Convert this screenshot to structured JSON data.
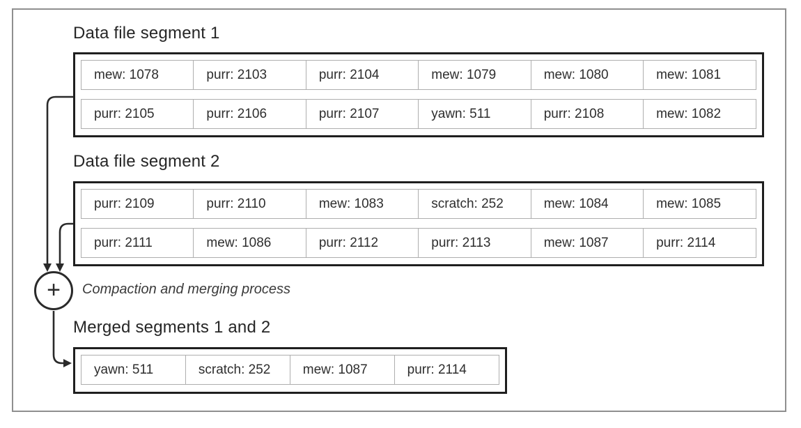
{
  "colors": {
    "frame_border": "#8f8f8f",
    "segment_box_border": "#1f1f1f",
    "cell_border": "#aeaeae",
    "text": "#2e2e2e",
    "arrow": "#2a2a2a"
  },
  "segment1": {
    "title": "Data file segment 1",
    "rows": [
      [
        "mew: 1078",
        "purr: 2103",
        "purr: 2104",
        "mew: 1079",
        "mew: 1080",
        "mew: 1081"
      ],
      [
        "purr: 2105",
        "purr: 2106",
        "purr: 2107",
        "yawn: 511",
        "purr: 2108",
        "mew: 1082"
      ]
    ]
  },
  "segment2": {
    "title": "Data file segment 2",
    "rows": [
      [
        "purr: 2109",
        "purr: 2110",
        "mew: 1083",
        "scratch: 252",
        "mew: 1084",
        "mew: 1085"
      ],
      [
        "purr: 2111",
        "mew: 1086",
        "purr: 2112",
        "purr: 2113",
        "mew: 1087",
        "purr: 2114"
      ]
    ]
  },
  "operator": {
    "symbol": "+",
    "label": "Compaction and merging process"
  },
  "merged": {
    "title": "Merged segments 1 and 2",
    "cells": [
      "yawn: 511",
      "scratch: 252",
      "mew: 1087",
      "purr: 2114"
    ]
  }
}
